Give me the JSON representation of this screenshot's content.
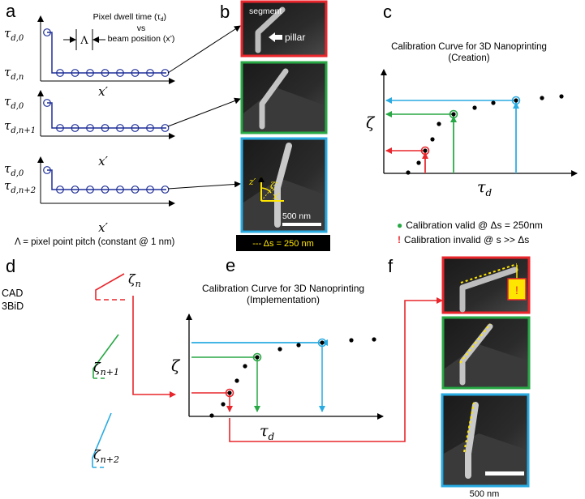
{
  "panels": {
    "a": "a",
    "b": "b",
    "c": "c",
    "d": "d",
    "e": "e",
    "f": "f"
  },
  "panel_a": {
    "header_line1": "Pixel dwell time (τ",
    "header_sub": "d",
    "header_line1_end": ")",
    "header_line2": "vs",
    "header_line3": "beam position (x’)",
    "lambda": "Λ",
    "tau_d0": "τ",
    "tau_sub0": "d,0",
    "tau_sub_n": "d,n",
    "tau_sub_n1": "d,n+1",
    "tau_sub_n2": "d,n+2",
    "x_axis": "x′",
    "footnote": "Λ = pixel point pitch (constant @ 1 nm)"
  },
  "panel_b": {
    "segment_label": "segment",
    "pillar_label": "pillar",
    "scale_bar": "500 nm",
    "z_axis": "z′",
    "zeta": "ζ",
    "x_axis": "x′",
    "delta_label": "--- Δs = 250 nm",
    "frame_colors": [
      "#e8262c",
      "#28a745",
      "#29abe2"
    ]
  },
  "panel_c": {
    "title_line1": "Calibration Curve for 3D Nanoprinting",
    "title_line2": "(Creation)",
    "y_label": "ζ",
    "x_label": "τ",
    "x_sub": "d",
    "legend_valid": "Calibration valid @ Δs = 250nm",
    "legend_invalid": "Calibration invalid @ s >> Δs",
    "bullet": "●",
    "bang": "!"
  },
  "panel_d": {
    "cad_line1": "CAD",
    "cad_line2": "3BiD",
    "zeta_n": "ζ",
    "sub_n": "n",
    "sub_n1": "n+1",
    "sub_n2": "n+2"
  },
  "panel_e": {
    "title_line1": "Calibration Curve for 3D Nanoprinting",
    "title_line2": "(Implementation)",
    "y_label": "ζ",
    "x_label": "τ",
    "x_sub": "d"
  },
  "panel_f": {
    "warning": "!",
    "scale_bar": "500 nm"
  },
  "colors": {
    "red": "#e8262c",
    "green": "#28a745",
    "blue": "#29abe2",
    "navy": "#1f2f99"
  }
}
